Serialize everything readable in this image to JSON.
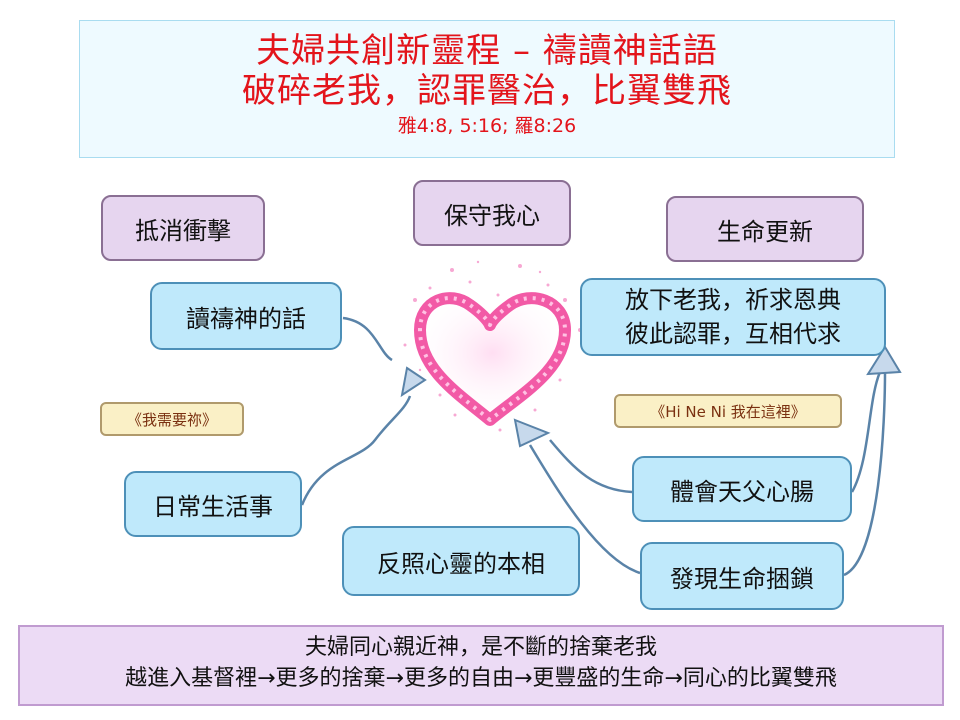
{
  "header": {
    "title_line1": "夫婦共創新靈程 – 禱讀神話語",
    "title_line2": "破碎老我，認罪醫治，比翼雙飛",
    "scripture": "雅4:8, 5:16; 羅8:26"
  },
  "purple_boxes": {
    "resist": "抵消衝擊",
    "guard": "保守我心",
    "renew": "生命更新"
  },
  "blue_boxes": {
    "read_pray": "讀禱神的話",
    "daily_life": "日常生活事",
    "reflect": "反照心靈的本相",
    "let_go_line1": "放下老我，祈求恩典",
    "let_go_line2": "彼此認罪，互相代求",
    "father_heart": "體會天父心腸",
    "discover": "發現生命捆鎖"
  },
  "tags": {
    "need_you": "《我需要祢》",
    "hine_ni": "《Hi Ne Ni 我在這裡》"
  },
  "footer": {
    "line1": "夫婦同心親近神，是不斷的捨棄老我",
    "line2": "越進入基督裡→更多的捨棄→更多的自由→更豐盛的生命→同心的比翼雙飛"
  },
  "colors": {
    "title_red": "#e3141b",
    "box_blue": "#bfe9fb",
    "box_purple": "#e6d5ef",
    "heart_pink": "#f25aa6"
  }
}
